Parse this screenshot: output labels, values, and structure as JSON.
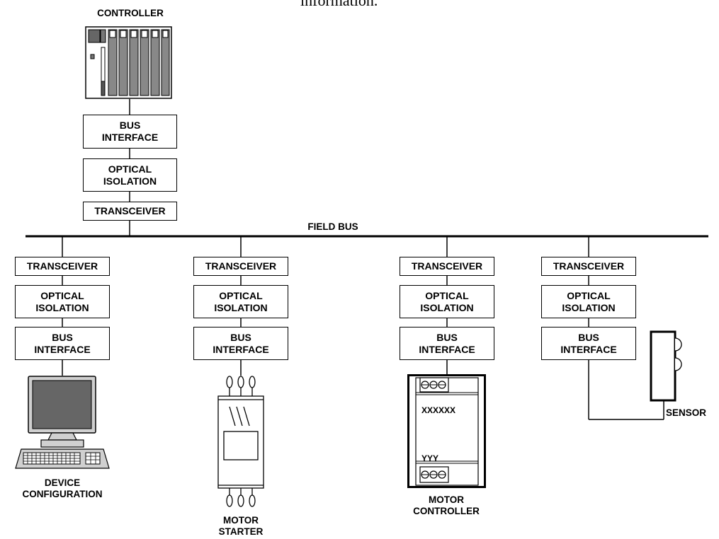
{
  "top_text": "information.",
  "controller_label": "CONTROLLER",
  "field_bus_label": "FIELD BUS",
  "controller_stack": [
    "BUS\nINTERFACE",
    "OPTICAL\nISOLATION",
    "TRANSCEIVER"
  ],
  "nodes": [
    {
      "stack": [
        "TRANSCEIVER",
        "OPTICAL\nISOLATION",
        "BUS\nINTERFACE"
      ],
      "label": "DEVICE\nCONFIGURATION",
      "device": "computer-icon"
    },
    {
      "stack": [
        "TRANSCEIVER",
        "OPTICAL\nISOLATION",
        "BUS\nINTERFACE"
      ],
      "label": "MOTOR\nSTARTER",
      "device": "motor-starter-icon"
    },
    {
      "stack": [
        "TRANSCEIVER",
        "OPTICAL\nISOLATION",
        "BUS\nINTERFACE"
      ],
      "label": "MOTOR\nCONTROLLER",
      "device": "motor-controller-icon"
    },
    {
      "stack": [
        "TRANSCEIVER",
        "OPTICAL\nISOLATION",
        "BUS\nINTERFACE"
      ],
      "label": "SENSOR",
      "device": "sensor-icon"
    }
  ],
  "motor_controller_text": {
    "top": "XXXXXX",
    "bottom": "YYY"
  }
}
